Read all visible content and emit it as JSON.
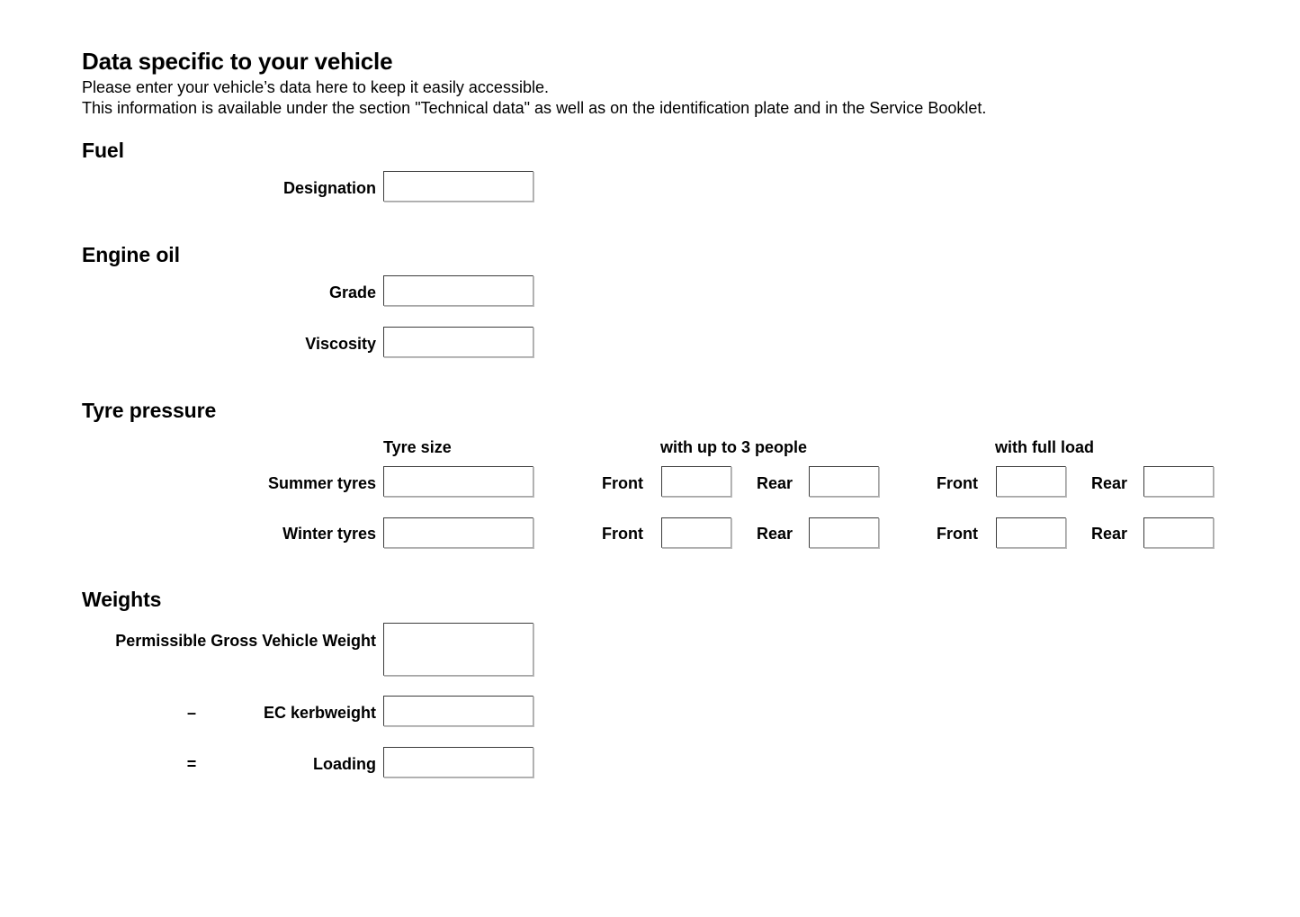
{
  "document": {
    "title": "Data specific to your vehicle",
    "intro_line_1": "Please enter your vehicle’s data here to keep it easily accessible.",
    "intro_line_2": "This information is available under the section \"Technical data\" as well as on the identification plate and in the Service Booklet."
  },
  "sections": {
    "fuel": {
      "heading": "Fuel",
      "fields": [
        {
          "label": "Designation",
          "value": "",
          "placeholder": ""
        }
      ]
    },
    "engine_oil": {
      "heading": "Engine oil",
      "fields": [
        {
          "label": "Grade",
          "value": "",
          "placeholder": ""
        },
        {
          "label": "Viscosity",
          "value": "",
          "placeholder": ""
        }
      ]
    },
    "tyre_pressure": {
      "heading": "Tyre pressure",
      "column_headers": {
        "tyre_size": "Tyre size",
        "up_to_3_people": "with up to 3 people",
        "full_load": "with full load"
      },
      "axle_labels": {
        "front": "Front",
        "rear": "Rear"
      },
      "rows": [
        {
          "label": "Summer tyres",
          "tyre_size": "",
          "up_to_3_people": {
            "front": "",
            "rear": ""
          },
          "full_load": {
            "front": "",
            "rear": ""
          }
        },
        {
          "label": "Winter tyres",
          "tyre_size": "",
          "up_to_3_people": {
            "front": "",
            "rear": ""
          },
          "full_load": {
            "front": "",
            "rear": ""
          }
        }
      ]
    },
    "weights": {
      "heading": "Weights",
      "rows": [
        {
          "operator": "",
          "label": "Permissible Gross Vehicle Weight",
          "value": ""
        },
        {
          "operator": "–",
          "label": "EC kerbweight",
          "value": ""
        },
        {
          "operator": "=",
          "label": "Loading",
          "value": ""
        }
      ]
    }
  },
  "colors": {
    "page_background": "#ffffff",
    "text": "#000000",
    "box_border_dark": "#3c3c3c",
    "box_border_light": "#a6a6a6",
    "box_shadow": "#bdbdbd"
  }
}
